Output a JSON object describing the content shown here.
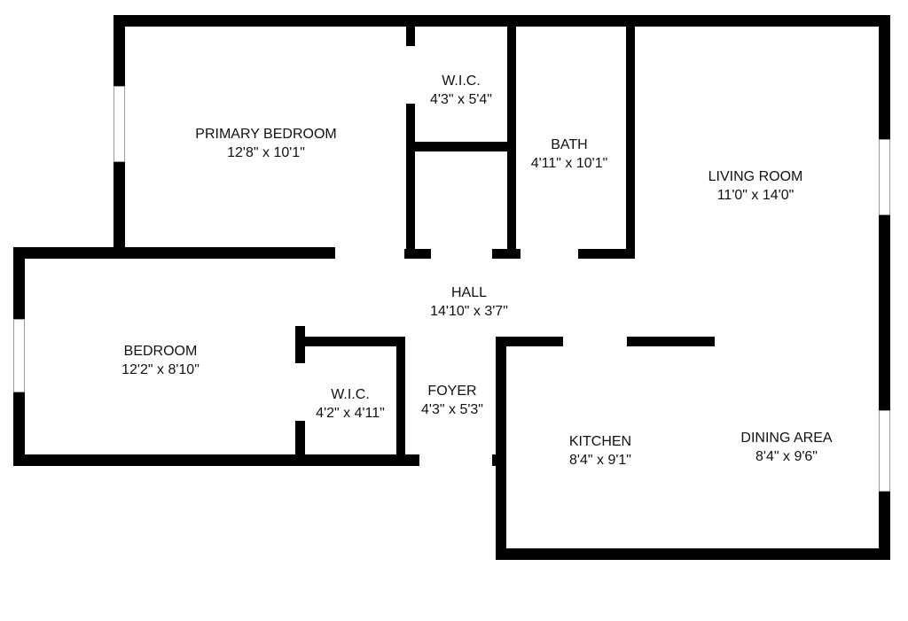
{
  "rooms": [
    {
      "name": "PRIMARY BEDROOM",
      "dims": "12'8\" x 10'1\""
    },
    {
      "name": "W.I.C.",
      "dims": "4'3\" x 5'4\""
    },
    {
      "name": "BATH",
      "dims": "4'11\" x 10'1\""
    },
    {
      "name": "LIVING ROOM",
      "dims": "11'0\" x 14'0\""
    },
    {
      "name": "HALL",
      "dims": "14'10\" x 3'7\""
    },
    {
      "name": "BEDROOM",
      "dims": "12'2\" x 8'10\""
    },
    {
      "name": "W.I.C.",
      "dims": "4'2\" x 4'11\""
    },
    {
      "name": "FOYER",
      "dims": "4'3\" x 5'3\""
    },
    {
      "name": "KITCHEN",
      "dims": "8'4\" x 9'1\""
    },
    {
      "name": "DINING AREA",
      "dims": "8'4\" x 9'6\""
    }
  ]
}
